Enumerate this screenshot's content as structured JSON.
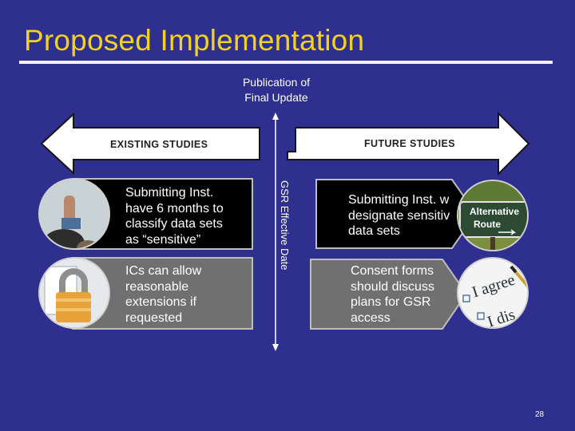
{
  "slide": {
    "title": "Proposed Implementation",
    "page_number": "28"
  },
  "timeline": {
    "publication_label_line1": "Publication of",
    "publication_label_line2": "Final Update",
    "effective_label": "GSR Effective Date",
    "existing_label": "EXISTING STUDIES",
    "future_label": "FUTURE STUDIES"
  },
  "existing": {
    "items": [
      {
        "text_lines": [
          "Submitting Inst.",
          "have 6 months to",
          "classify data sets",
          "as “sensitive”"
        ],
        "image": "raised-hand-image"
      },
      {
        "text_lines": [
          "ICs can allow",
          "reasonable",
          "extensions if",
          "requested"
        ],
        "image": "padlock-icon"
      }
    ]
  },
  "future": {
    "items": [
      {
        "text_lines": [
          "Submitting Inst. w",
          "designate sensitiv",
          "data sets"
        ],
        "image": "alternative-route-sign-image",
        "sign_line1": "Alternative",
        "sign_line2": "Route"
      },
      {
        "text_lines": [
          "Consent forms",
          "should discuss",
          "plans for GSR",
          "access"
        ],
        "image": "consent-form-image",
        "form_word1": "I agree",
        "form_word2": "I dis"
      }
    ]
  },
  "colors": {
    "background": "#2e2f8e",
    "title": "#f2d21e",
    "box_dark": "#000000",
    "box_gray": "#707070",
    "arrow_fill": "#ffffff"
  }
}
